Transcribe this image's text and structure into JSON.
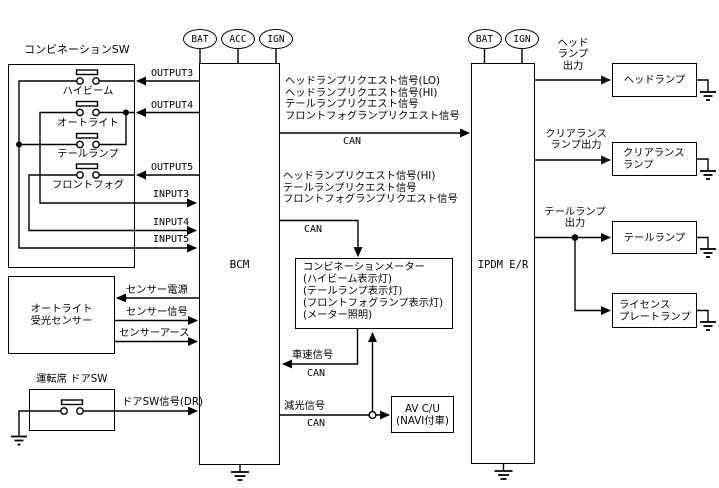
{
  "colors": {
    "line": "#000000",
    "background": "#ffffff",
    "text": "#000000"
  },
  "combination_sw": {
    "title": "コンビネーションSW",
    "switches": [
      {
        "label": "ハイビーム"
      },
      {
        "label": "オートライト"
      },
      {
        "label": "テールランプ"
      },
      {
        "label": "フロントフォグ"
      }
    ]
  },
  "bcm": {
    "label": "BCM",
    "terminals": [
      "BAT",
      "ACC",
      "IGN"
    ],
    "ports": {
      "output3": "OUTPUT3",
      "output4": "OUTPUT4",
      "output5": "OUTPUT5",
      "input3": "INPUT3",
      "input4": "INPUT4",
      "input5": "INPUT5"
    }
  },
  "ipdm": {
    "label": "IPDM E/R",
    "terminals": [
      "BAT",
      "IGN"
    ]
  },
  "can_to_ipdm": {
    "signals": "ヘッドランプリクエスト信号(LO)\nヘッドランプリクエスト信号(HI)\nテールランプリクエスト信号\nフロントフォグランプリクエスト信号",
    "bus": "CAN"
  },
  "can_to_meter": {
    "signals": "ヘッドランプリクエスト信号(HI)\nテールランプリクエスト信号\nフロントフォグランプリクエスト信号",
    "bus": "CAN"
  },
  "meter": {
    "title": "コンビネーションメーター",
    "items": [
      "(ハイビーム表示灯)",
      "(テールランプ表示灯)",
      "(フロントフォグランプ表示灯)",
      "(メーター照明)"
    ]
  },
  "vehicle_speed": {
    "label": "車速信号",
    "bus": "CAN"
  },
  "dimming": {
    "label": "減光信号",
    "bus": "CAN"
  },
  "av_cu": {
    "label": "AV C/U\n(NAVI付車)"
  },
  "auto_light_sensor": {
    "label": "オートライト\n受光センサー",
    "signals": [
      "センサー電源",
      "センサー信号",
      "センサーアース"
    ]
  },
  "door_sw": {
    "title": "運転席 ドアSW",
    "signal": "ドアSW信号(DR)"
  },
  "ipdm_outputs": [
    {
      "label": "ヘッド\nランプ\n出力",
      "target": "ヘッドランプ"
    },
    {
      "label": "クリアランス\nランプ出力",
      "target": "クリアランス\nランプ"
    },
    {
      "label": "テールランプ\n出力",
      "target": "テールランプ"
    },
    {
      "target": "ライセンス\nプレートランプ"
    }
  ]
}
